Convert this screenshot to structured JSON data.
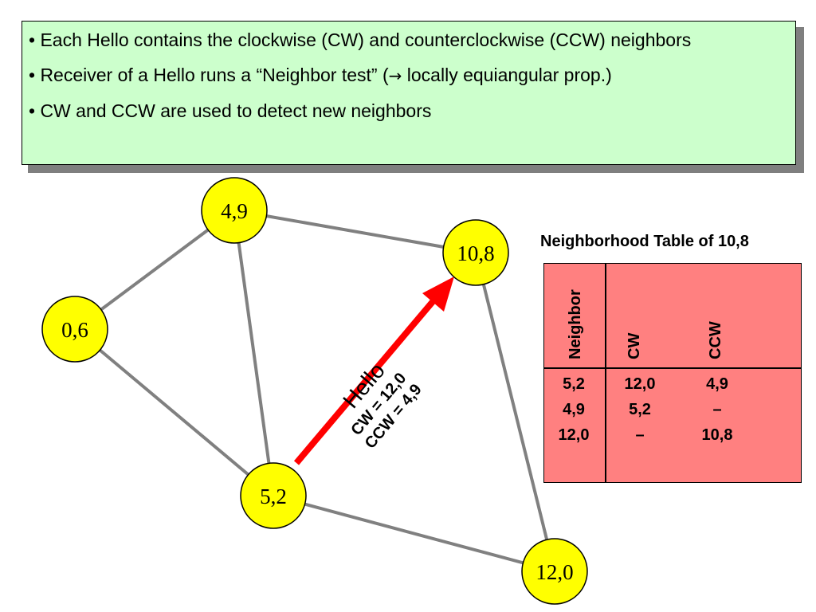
{
  "bullets": [
    {
      "text": "• Each Hello contains the clockwise (CW) and counterclockwise (CCW) neighbors"
    },
    {
      "before": "• Receiver of a Hello runs a “Neighbor test” (",
      "arrow": "→",
      "after": " locally equiangular prop.)"
    },
    {
      "text": "• CW and CCW are used to detect new neighbors"
    }
  ],
  "nodes": {
    "n49": "4,9",
    "n108": "10,8",
    "n06": "0,6",
    "n52": "5,2",
    "n120": "12,0"
  },
  "hello": {
    "title": "Hello",
    "cw": "CW = 12,0",
    "ccw": "CCW = 4,9"
  },
  "table": {
    "title": "Neighborhood Table of 10,8",
    "headers": [
      "Neighbor",
      "CW",
      "CCW"
    ],
    "rows": [
      [
        "5,2",
        "12,0",
        "4,9"
      ],
      [
        "4,9",
        "5,2",
        "–"
      ],
      [
        "12,0",
        "–",
        "10,8"
      ]
    ]
  },
  "colors": {
    "callout_bg": "#ccffcc",
    "node_fill": "#ffff00",
    "edge": "#808080",
    "hello_arrow": "#ff0000",
    "table_bg": "#ff8080"
  }
}
